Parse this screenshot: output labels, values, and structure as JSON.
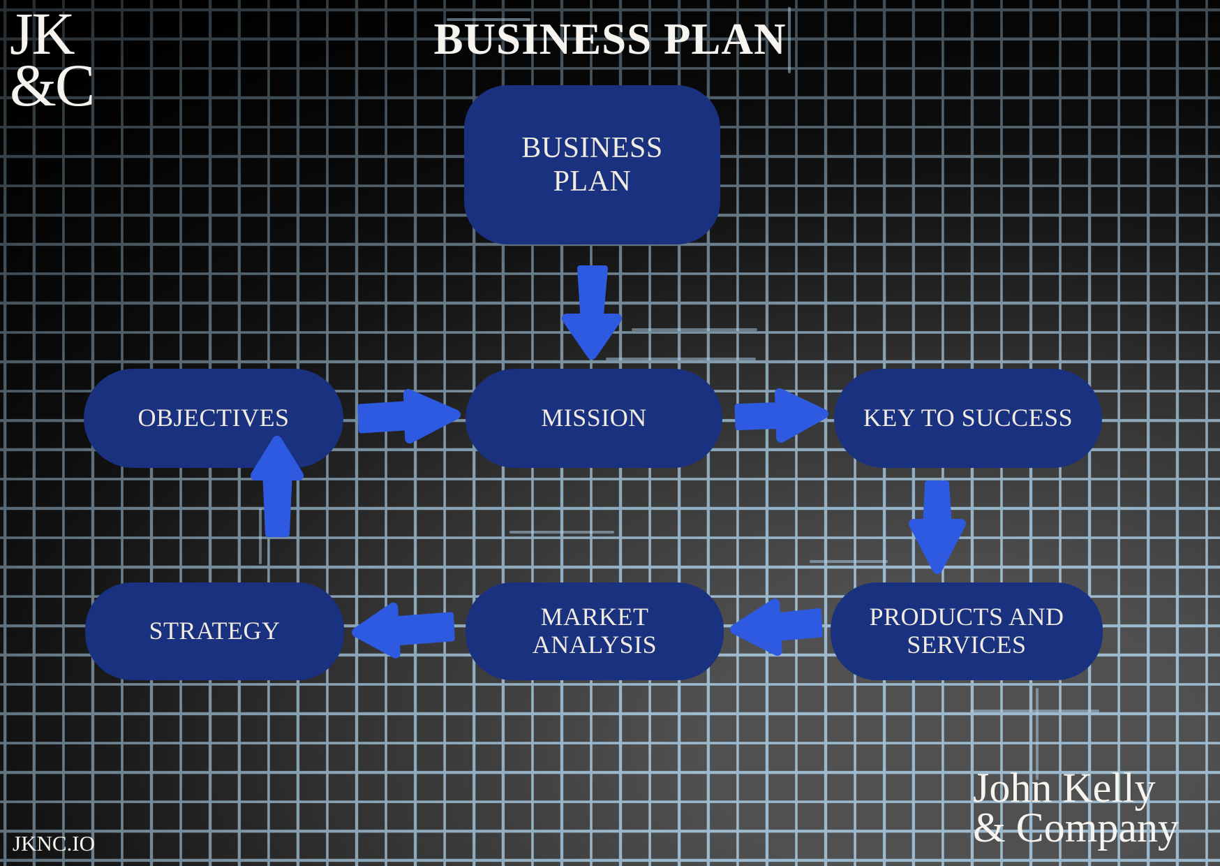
{
  "title": "BUSINESS PLAN",
  "logo": {
    "line1": "JK",
    "line2": "&C"
  },
  "footer": {
    "site": "JKNC.IO",
    "company_line1": "John Kelly",
    "company_line2": "& Company"
  },
  "colors": {
    "node_fill": "#1a3180",
    "arrow": "#2d5ae0",
    "grid_line": "#9cb9ce",
    "text": "#f1ece1",
    "bright": "#f7f4ef"
  },
  "diagram": {
    "nodes": [
      {
        "id": "business-plan",
        "lines": [
          "BUSINESS",
          "PLAN"
        ]
      },
      {
        "id": "objectives",
        "lines": [
          "OBJECTIVES"
        ]
      },
      {
        "id": "mission",
        "lines": [
          "MISSION"
        ]
      },
      {
        "id": "key-to-success",
        "lines": [
          "KEY TO SUCCESS"
        ]
      },
      {
        "id": "strategy",
        "lines": [
          "STRATEGY"
        ]
      },
      {
        "id": "market-analysis",
        "lines": [
          "MARKET",
          "ANALYSIS"
        ]
      },
      {
        "id": "products-and-services",
        "lines": [
          "PRODUCTS AND",
          "SERVICES"
        ]
      }
    ],
    "edges": [
      {
        "from": "business-plan",
        "to": "mission",
        "direction": "down"
      },
      {
        "from": "objectives",
        "to": "mission",
        "direction": "right"
      },
      {
        "from": "mission",
        "to": "key-to-success",
        "direction": "right"
      },
      {
        "from": "key-to-success",
        "to": "products-and-services",
        "direction": "down"
      },
      {
        "from": "products-and-services",
        "to": "market-analysis",
        "direction": "left"
      },
      {
        "from": "market-analysis",
        "to": "strategy",
        "direction": "left"
      },
      {
        "from": "strategy",
        "to": "objectives",
        "direction": "up"
      }
    ]
  }
}
